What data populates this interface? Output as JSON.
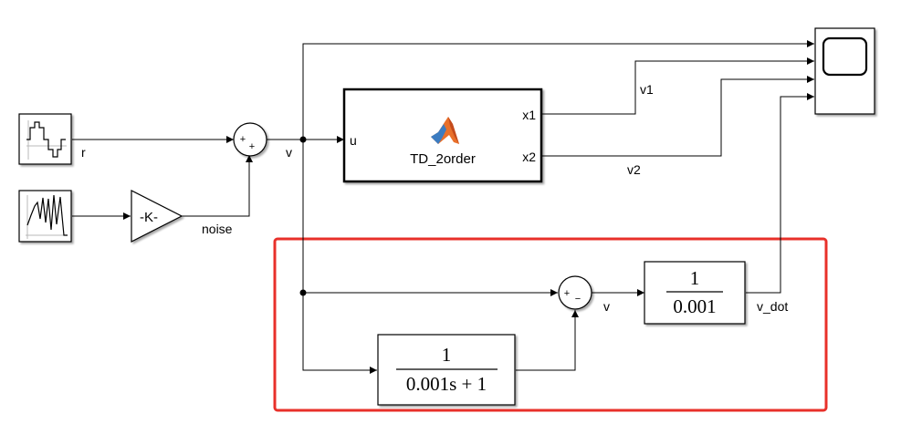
{
  "diagram": {
    "blocks": {
      "signal_builder": {
        "label": ""
      },
      "noise_source": {
        "label": ""
      },
      "gain": {
        "label": "-K-"
      },
      "sum1": {
        "sign_top": "+",
        "sign_bottom": "+"
      },
      "td_block": {
        "title": "TD_2order",
        "port_in": "u",
        "port_out1": "x1",
        "port_out2": "x2"
      },
      "sum2": {
        "sign_left": "+",
        "sign_bottom": "−"
      },
      "tf_filter": {
        "numerator": "1",
        "denominator": "0.001s + 1"
      },
      "tf_gain": {
        "numerator": "1",
        "denominator": "0.001"
      },
      "scope": {
        "label": ""
      }
    },
    "signals": {
      "r": "r",
      "noise": "noise",
      "v": "v",
      "v_sum2": "v",
      "v1": "v1",
      "v2": "v2",
      "v_dot": "v_dot"
    },
    "highlight_color": "#e8302a",
    "matlab_icon": "matlab-logo-icon"
  }
}
